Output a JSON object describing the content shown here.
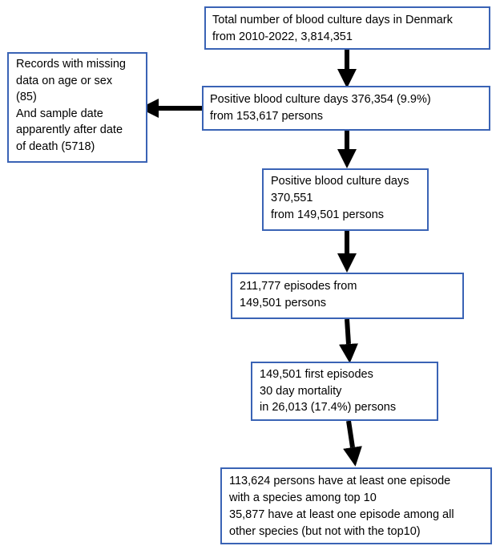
{
  "diagram": {
    "colors": {
      "box_border": "#3a63b5",
      "arrow": "#000000",
      "text": "#000000",
      "background": "#ffffff"
    },
    "boxes": {
      "total": {
        "lines": [
          "Total number of blood culture days in Denmark",
          "from 2010-2022, 3,814,351"
        ]
      },
      "excluded": {
        "lines": [
          "Records with missing",
          "data on age or sex",
          "(85)",
          "And sample date",
          "apparently after date",
          "of death (5718)"
        ]
      },
      "positive_raw": {
        "lines": [
          "Positive blood culture days 376,354 (9.9%)",
          "from 153,617 persons"
        ]
      },
      "positive_clean": {
        "lines": [
          "Positive blood culture days",
          "370,551",
          "from 149,501 persons"
        ]
      },
      "episodes": {
        "lines": [
          "211,777 episodes from",
          "149,501 persons"
        ]
      },
      "first_episodes": {
        "lines": [
          "149,501 first episodes",
          "30 day mortality",
          "in 26,013 (17.4%) persons"
        ]
      },
      "species": {
        "lines": [
          "113,624 persons have at least one episode",
          "with a species among top 10",
          "35,877 have at least one episode among all",
          "other species (but not with the top10)"
        ]
      }
    }
  }
}
